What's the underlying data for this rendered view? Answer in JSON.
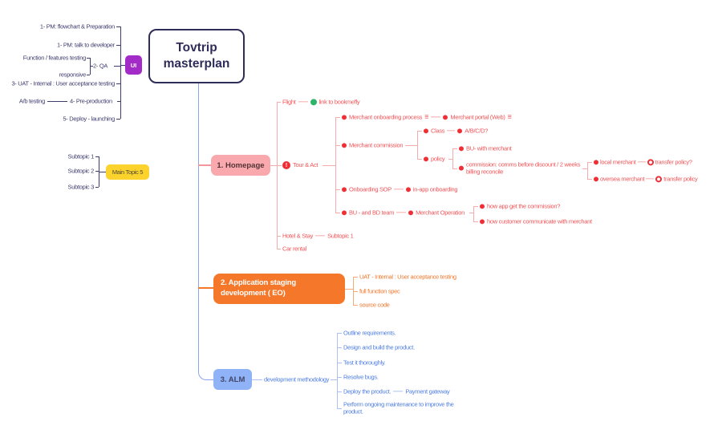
{
  "colors": {
    "navy": "#3d3c6e",
    "purple_badge": "#a32cc8",
    "central_border": "#2e2d5a",
    "spine_blue": "#8ca4ef",
    "homepage_box": "#f9a9ad",
    "red_text": "#f05458",
    "red_marker": "#ee2f36",
    "green_marker": "#2cb56a",
    "orange_box": "#f4772a",
    "orange_text": "#f2762b",
    "alm_box": "#90b3f8",
    "blue_text": "#4d7ce2",
    "yellow_box": "#fcd32d"
  },
  "icons": {
    "notes": "≡",
    "priority": "!"
  },
  "central_topic": {
    "label": "Tovtrip masterplan"
  },
  "ui_branch": {
    "badge": "UI",
    "pm_flowchart": "1- PM: flowchart & Preparation",
    "pm_talk": "1- PM: talk to developer",
    "function_testing": "Function / features testing",
    "responsive": "responsive",
    "qa": "2- QA",
    "uat": "3- UAT - Internal : User acceptance testing",
    "ab_testing": "A/b testing",
    "pre_production": "4- Pre-production",
    "deploy": "5- Deploy - launching"
  },
  "floating_topic": {
    "label": "Main Topic 5",
    "subtopic1": "Subtopic 1",
    "subtopic2": "Subtopic 2",
    "subtopic3": "Subtopic 3"
  },
  "homepage": {
    "label": "1. Homepage",
    "flight": "Flight",
    "flight_link": "link to bookmefly",
    "tour": "Tour & Act",
    "merchant_onboarding": "Merchant onboarding process",
    "merchant_portal": "Merchant portal (Web)",
    "merchant_commission": "Merchant commission",
    "class": "Class",
    "class_options": "A/B/C/D?",
    "policy": "policy",
    "bu_with_merchant": "BU- with merchant",
    "commission_note": "commission: comms before discount / 2 weeks billing reconcile",
    "local_merchant": "local merchant",
    "transfer_policy_q": "transfer policy?",
    "oversea_merchant": "oversea merchant",
    "transfer_policy": "transfer policy",
    "onboarding_sop": "Onboarding SOP",
    "in_app_onboarding": "in-app onboarding",
    "bu_bd_team": "BU - and BD team",
    "merchant_operation": "Merchant Operation",
    "q_commission": "how app get the commission?",
    "q_communicate": "how customer communicate with merchant",
    "hotel": "Hotel & Stay",
    "hotel_sub": "Subtopic 1",
    "car": "Car rental"
  },
  "staging": {
    "label": "2. Application staging development ( EO)",
    "uat": "UAT - Internal : User acceptance testing",
    "full_spec": "full function spec",
    "source_code": "source code"
  },
  "alm": {
    "label": "3. ALM",
    "methodology": "development methodology",
    "step1": "Outline requirements.",
    "step2": "Design and build the product.",
    "step3": "Test it thoroughly.",
    "step4": "Resolve bugs.",
    "step5": "Deploy the product.",
    "payment": "Payment gateway",
    "step6": "Perform ongoing maintenance to improve the product."
  }
}
